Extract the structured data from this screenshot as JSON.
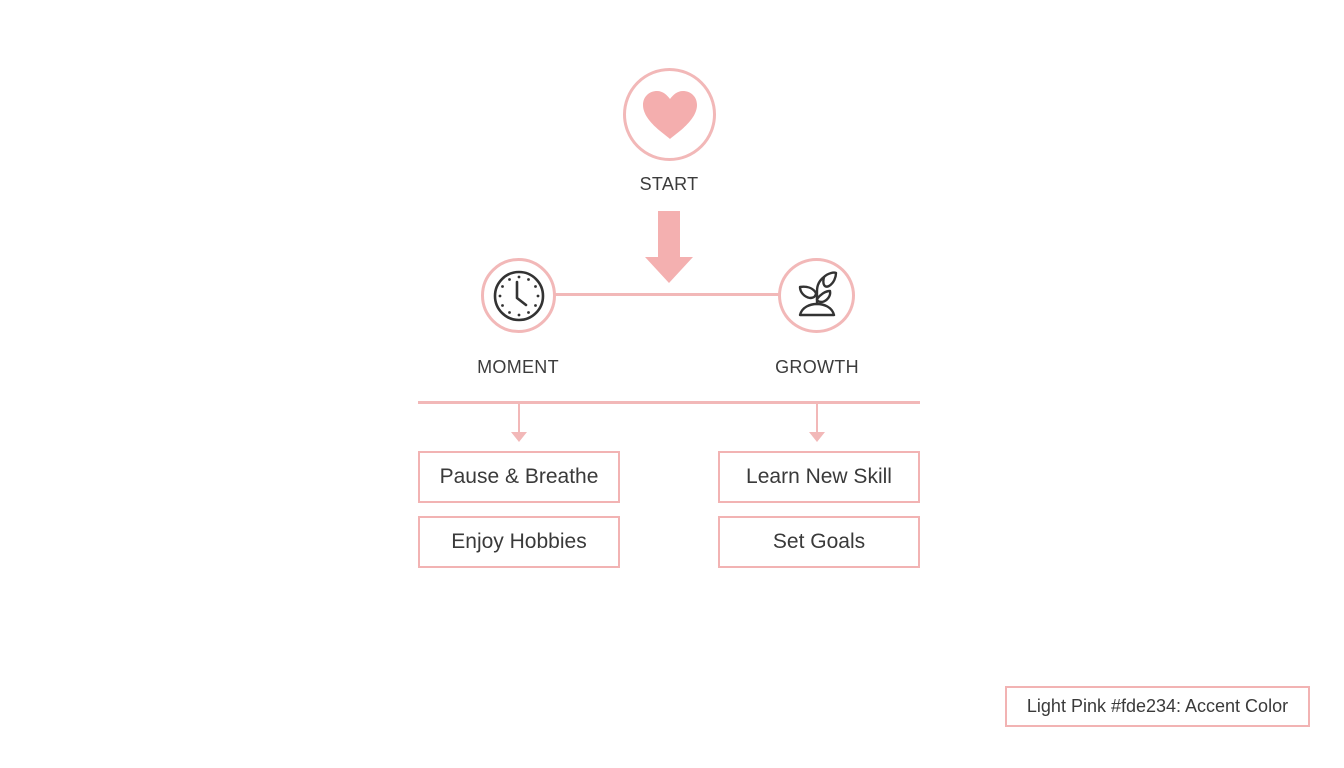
{
  "diagram": {
    "start": {
      "label": "START",
      "icon": "heart-icon"
    },
    "branches": [
      {
        "label": "MOMENT",
        "icon": "clock-icon",
        "items": [
          "Pause & Breathe",
          "Enjoy Hobbies"
        ]
      },
      {
        "label": "GROWTH",
        "icon": "sprout-icon",
        "items": [
          "Learn New Skill",
          "Set Goals"
        ]
      }
    ]
  },
  "legend": {
    "text": "Light Pink #fde234: Accent Color"
  },
  "colors": {
    "accent": "#f4b4b4",
    "stroke": "#f2b8b8",
    "text": "#3a3a3a"
  }
}
